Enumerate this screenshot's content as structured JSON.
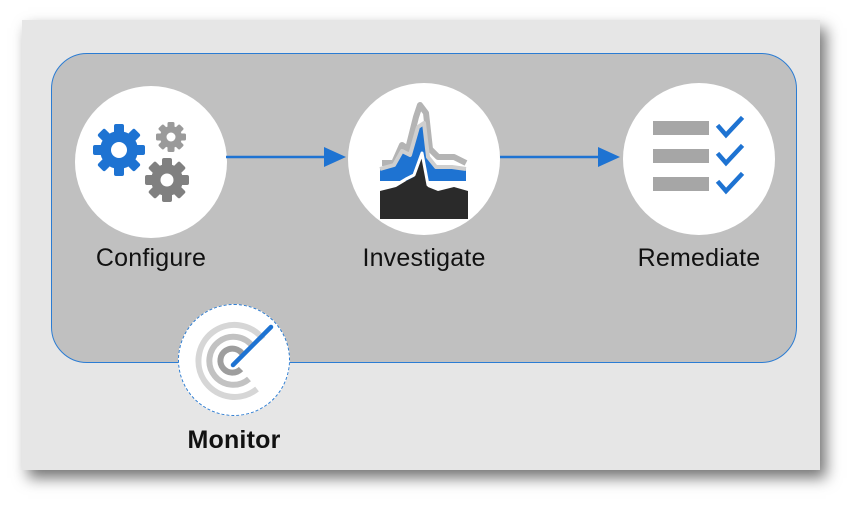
{
  "steps": {
    "configure": {
      "label": "Configure",
      "icon": "gears-icon"
    },
    "investigate": {
      "label": "Investigate",
      "icon": "chart-waveform-icon"
    },
    "remediate": {
      "label": "Remediate",
      "icon": "checklist-icon"
    }
  },
  "monitor": {
    "label": "Monitor",
    "icon": "radar-icon"
  },
  "colors": {
    "accent": "#1e73d2",
    "panel": "#c0c0c0",
    "background": "#e6e6e6",
    "gray_icon": "#8c8c8c"
  }
}
